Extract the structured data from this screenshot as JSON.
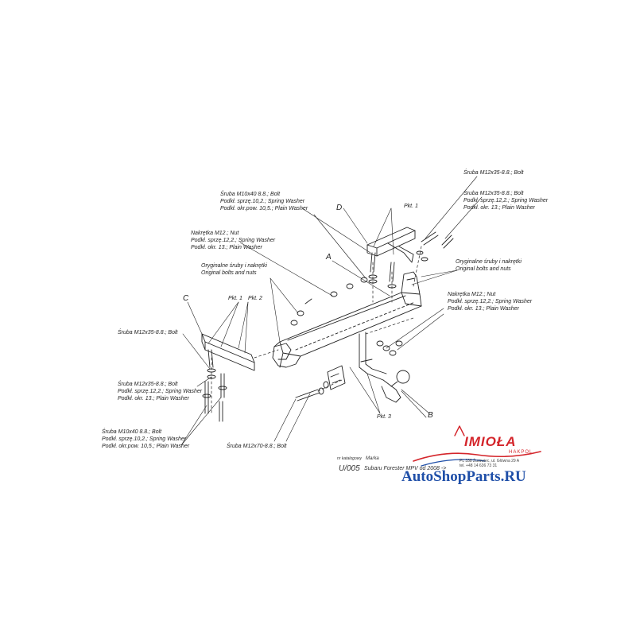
{
  "labels": {
    "bolt_top_right": [
      "Śruba M12x35-8.8.; Bolt"
    ],
    "bolt_set_right": [
      "Śruba M12x35-8.8.; Bolt",
      "Podkł. sprzę.12,2.; Spring Washer",
      "Podkł. okr. 13.; Plain Washer"
    ],
    "bolt_set_top": [
      "Śruba M10x40 8.8.; Bolt",
      "Podkł. sprzę.10,2.; Spring Washer",
      "Podkł. okr.pow. 10,5.; Plain Washer"
    ],
    "nut_set_left": [
      "Nakrętka M12.; Nut",
      "Podkł. sprzę.12,2.; Spring Washer",
      "Podkł. okr. 13.; Plain Washer"
    ],
    "orig_left": [
      "Oryginalne śruby i nakrętki",
      "Original bolts and nuts"
    ],
    "orig_right": [
      "Oryginalne śruby i nakrętki",
      "Original bolts and nuts"
    ],
    "nut_set_right": [
      "Nakrętka M12.; Nut",
      "Podkł. sprzę.12,2.; Spring Washer",
      "Podkł. okr. 13.; Plain Washer"
    ],
    "bolt_left": [
      "Śruba M12x35-8.8.; Bolt"
    ],
    "bolt_set_left": [
      "Śruba M12x35-8.8.; Bolt",
      "Podkł. sprzę.12,2.; Spring Washer",
      "Podkł. okr. 13.; Plain Washer"
    ],
    "bolt_set_bottom_left": [
      "Śruba M10x40 8.8.; Bolt",
      "Podkł. sprzę.10,2.; Spring Washer",
      "Podkł. okr.pow. 10,5.; Plain Washer"
    ],
    "bolt_m12x70": [
      "Śruba M12x70-8.8.; Bolt"
    ]
  },
  "letters": {
    "a": "A",
    "b": "B",
    "c": "C",
    "d": "D"
  },
  "pkt": {
    "pkt1_top": "Pkt. 1",
    "pkt1_left": "Pkt. 1",
    "pkt2": "Pkt. 2",
    "pkt3": "Pkt. 3"
  },
  "title_block": {
    "catalog_label": "nr katalogowy",
    "brand_label": "Marka",
    "code": "U/005",
    "vehicle": "Subaru Forester MPV  od 2008 ->"
  },
  "logo": {
    "name": "IMIOŁA",
    "sub": "HAKPOL",
    "address_1": "PL 338 Żurawiec, ul. Główna 29 A",
    "address_2": "tel. +48 14 636 73 31"
  },
  "watermark": "AutoShopParts.RU",
  "colors": {
    "ink": "#1a1a1a",
    "brand_red": "#d4252b",
    "watermark_blue": "#1f4fa8",
    "background": "#ffffff"
  }
}
